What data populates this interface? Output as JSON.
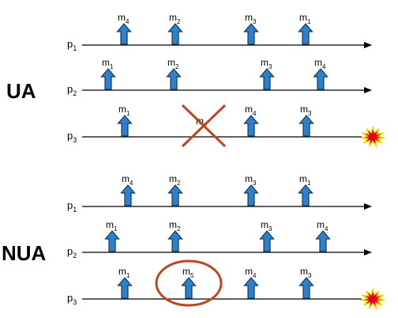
{
  "colors": {
    "arrow_fill": "#2f7fc9",
    "arrow_stroke": "#0d3a63",
    "timeline": "#000000",
    "cross": "#c0451e",
    "circle": "#c0451e",
    "crash_fill": "#e3001b",
    "crash_stroke": "#ffd400"
  },
  "sections": [
    {
      "label": "UA",
      "processes": [
        {
          "name": "p",
          "sub": "1",
          "messages": [
            {
              "m": "m",
              "sub": "4"
            },
            {
              "m": "m",
              "sub": "2"
            },
            {
              "m": "m",
              "sub": "3"
            },
            {
              "m": "m",
              "sub": "1"
            }
          ]
        },
        {
          "name": "p",
          "sub": "2",
          "messages": [
            {
              "m": "m",
              "sub": "1"
            },
            {
              "m": "m",
              "sub": "2"
            },
            {
              "m": "m",
              "sub": "3"
            },
            {
              "m": "m",
              "sub": "4"
            }
          ]
        },
        {
          "name": "p",
          "sub": "3",
          "crashed": true,
          "messages": [
            {
              "m": "m",
              "sub": "1"
            },
            {
              "m": "m",
              "sub": "2",
              "crossed": true
            },
            {
              "m": "m",
              "sub": "4"
            },
            {
              "m": "m",
              "sub": "3"
            }
          ]
        }
      ]
    },
    {
      "label": "NUA",
      "processes": [
        {
          "name": "p",
          "sub": "1",
          "messages": [
            {
              "m": "m",
              "sub": "4"
            },
            {
              "m": "m",
              "sub": "2"
            },
            {
              "m": "m",
              "sub": "3"
            },
            {
              "m": "m",
              "sub": "1"
            }
          ]
        },
        {
          "name": "p",
          "sub": "2",
          "messages": [
            {
              "m": "m",
              "sub": "1"
            },
            {
              "m": "m",
              "sub": "2"
            },
            {
              "m": "m",
              "sub": "3"
            },
            {
              "m": "m",
              "sub": "4"
            }
          ]
        },
        {
          "name": "p",
          "sub": "3",
          "crashed": true,
          "messages": [
            {
              "m": "m",
              "sub": "1"
            },
            {
              "m": "m",
              "sub": "5",
              "circled": true
            },
            {
              "m": "m",
              "sub": "4"
            },
            {
              "m": "m",
              "sub": "3"
            }
          ]
        }
      ]
    }
  ]
}
